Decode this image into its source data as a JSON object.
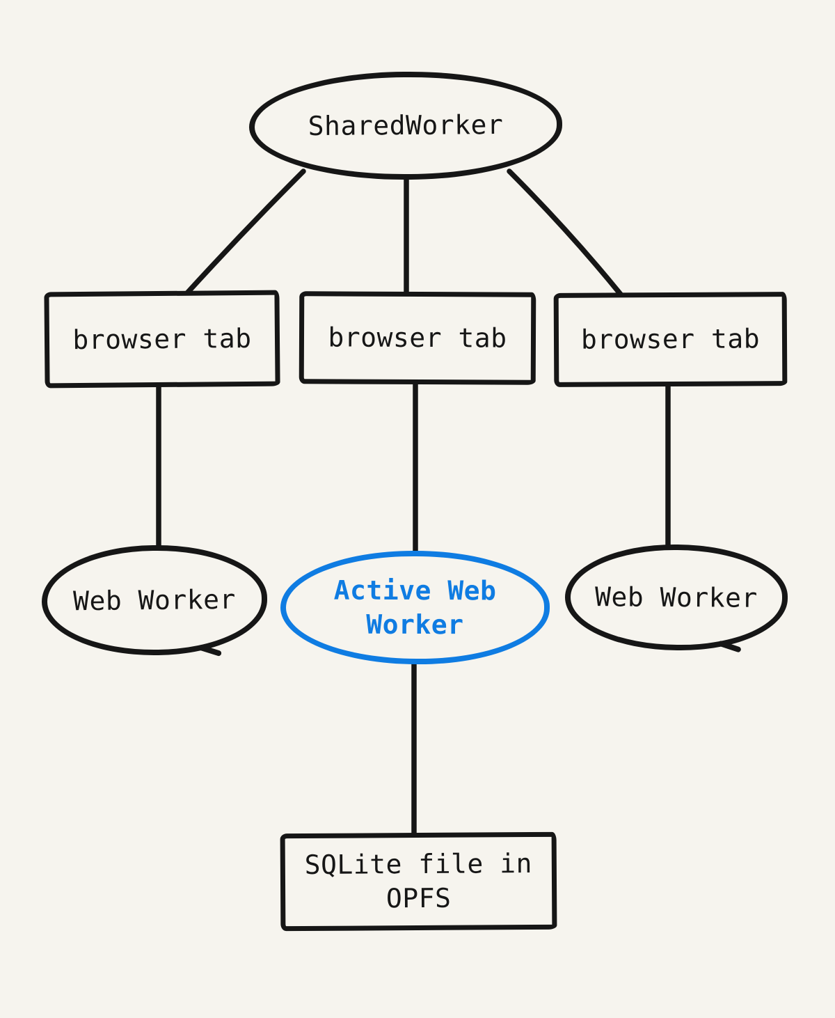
{
  "colors": {
    "background": "#f6f4ee",
    "stroke": "#161616",
    "accent_blue": "#0f7ce2"
  },
  "nodes": {
    "shared_worker": {
      "label": "SharedWorker",
      "shape": "ellipse",
      "color": "#161616"
    },
    "browser_tab_left": {
      "label": "browser tab",
      "shape": "rectangle",
      "color": "#161616"
    },
    "browser_tab_center": {
      "label": "browser tab",
      "shape": "rectangle",
      "color": "#161616"
    },
    "browser_tab_right": {
      "label": "browser tab",
      "shape": "rectangle",
      "color": "#161616"
    },
    "web_worker_left": {
      "label": "Web Worker",
      "shape": "ellipse",
      "color": "#161616"
    },
    "active_web_worker": {
      "label": "Active Web Worker",
      "shape": "ellipse",
      "color": "#0f7ce2"
    },
    "web_worker_right": {
      "label": "Web Worker",
      "shape": "ellipse",
      "color": "#161616"
    },
    "sqlite_opfs": {
      "label": "SQLite file in OPFS",
      "shape": "rectangle",
      "color": "#161616"
    }
  },
  "edges": [
    {
      "from": "shared_worker",
      "to": "browser_tab_left"
    },
    {
      "from": "shared_worker",
      "to": "browser_tab_center"
    },
    {
      "from": "shared_worker",
      "to": "browser_tab_right"
    },
    {
      "from": "browser_tab_left",
      "to": "web_worker_left"
    },
    {
      "from": "browser_tab_center",
      "to": "active_web_worker"
    },
    {
      "from": "browser_tab_right",
      "to": "web_worker_right"
    },
    {
      "from": "active_web_worker",
      "to": "sqlite_opfs"
    }
  ]
}
